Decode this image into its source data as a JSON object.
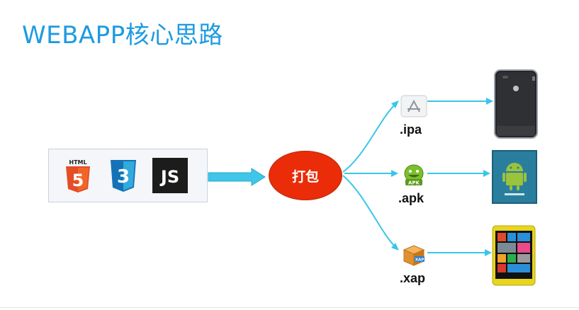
{
  "slide": {
    "title": "WEBAPP核心思路"
  },
  "sources": [
    {
      "icon": "html5-icon",
      "label": "HTML",
      "digit": "5",
      "color": "#e44d26"
    },
    {
      "icon": "css3-icon",
      "digit": "3",
      "color": "#1572b6"
    },
    {
      "icon": "js-icon",
      "label": "JS",
      "color": "#1c1c1c"
    }
  ],
  "process": {
    "label": "打包",
    "color": "#ea2c09"
  },
  "outputs": [
    {
      "ext": ".ipa",
      "icon": "app-store-icon",
      "device": "iphone-icon"
    },
    {
      "ext": ".apk",
      "icon": "android-apk-icon",
      "icon_text": "APK",
      "device": "android-phone-icon"
    },
    {
      "ext": ".xap",
      "icon": "xap-package-icon",
      "icon_text": "XAP",
      "device": "windows-phone-icon"
    }
  ],
  "colors": {
    "title": "#1e9be0",
    "connector": "#39c6e8"
  }
}
